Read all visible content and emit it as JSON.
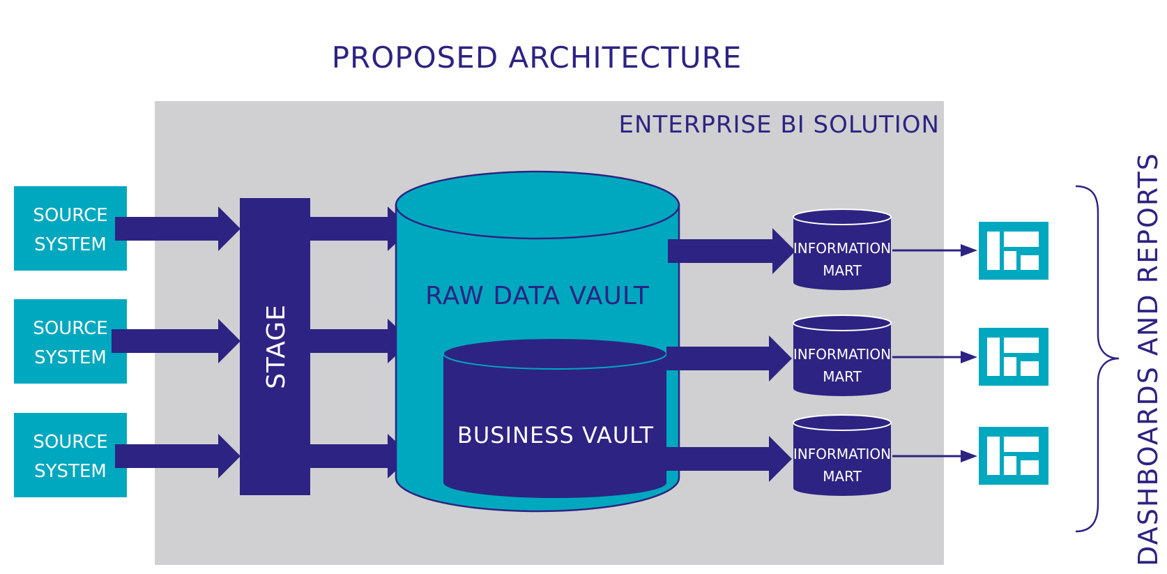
{
  "diagram": {
    "title": "PROPOSED ARCHITECTURE",
    "container_label": "ENTERPRISE BI SOLUTION",
    "sources": [
      {
        "line1": "SOURCE",
        "line2": "SYSTEM"
      },
      {
        "line1": "SOURCE",
        "line2": "SYSTEM"
      },
      {
        "line1": "SOURCE",
        "line2": "SYSTEM"
      }
    ],
    "stage_label": "STAGE",
    "raw_vault_label": "RAW DATA VAULT",
    "business_vault_label": "BUSINESS VAULT",
    "marts": [
      {
        "line1": "INFORMATION",
        "line2": "MART"
      },
      {
        "line1": "INFORMATION",
        "line2": "MART"
      },
      {
        "line1": "INFORMATION",
        "line2": "MART"
      }
    ],
    "dashboards": [
      "dashboard-icon",
      "dashboard-icon",
      "dashboard-icon"
    ],
    "side_label": "DASHBOARDS AND REPORTS"
  },
  "colors": {
    "navy": "#2d2382",
    "teal": "#00a8bf",
    "container": "#d0d0d2",
    "white": "#ffffff"
  }
}
